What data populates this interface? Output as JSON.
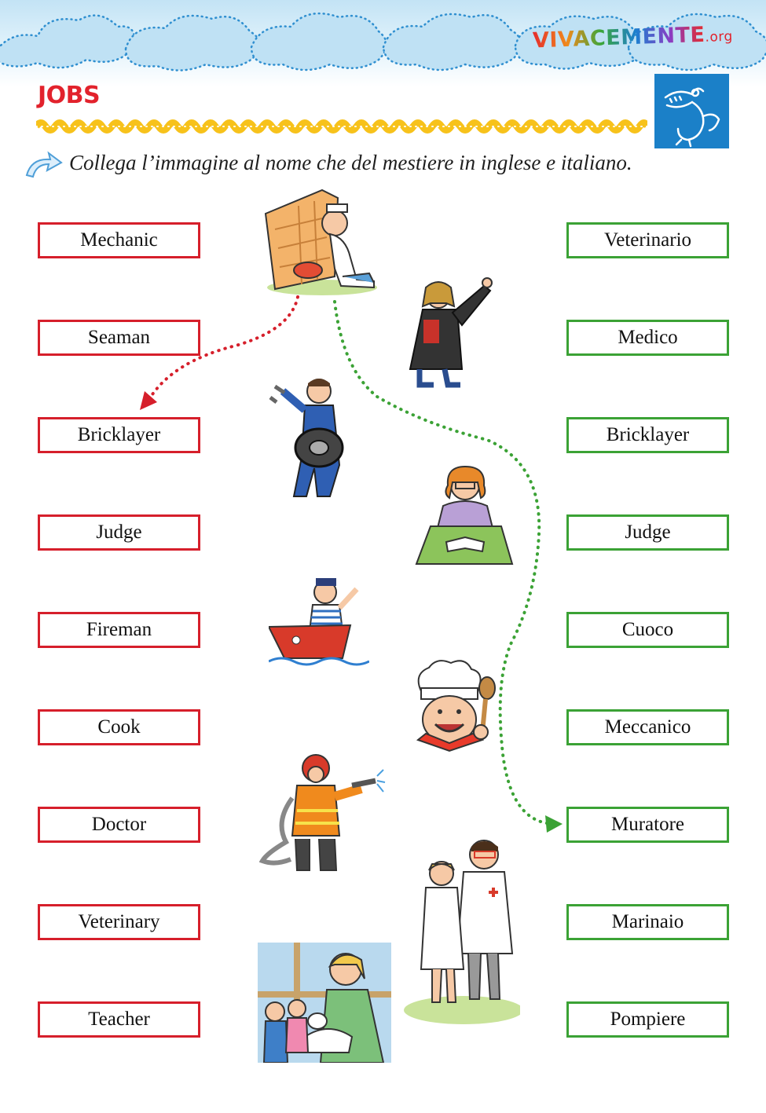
{
  "header": {
    "logo_main": "VIVACEMENTE",
    "logo_suffix": ".org",
    "title": "JOBS"
  },
  "instruction": "Collega l’immagine al nome che del mestiere in inglese e italiano.",
  "english_words": [
    "Mechanic",
    "Seaman",
    "Bricklayer",
    "Judge",
    "Fireman",
    "Cook",
    "Doctor",
    "Veterinary",
    "Teacher"
  ],
  "italian_words": [
    "Veterinario",
    "Medico",
    "Bricklayer",
    "Judge",
    "Cuoco",
    "Meccanico",
    "Muratore",
    "Marinaio",
    "Pompiere"
  ],
  "illustrations": [
    "bricklayer",
    "judge",
    "mechanic",
    "teacher",
    "seaman",
    "cook",
    "fireman",
    "doctors",
    "veterinary"
  ],
  "colors": {
    "title_red": "#e2222c",
    "english_border": "#d61f2b",
    "italian_border": "#3ba235",
    "example_line_red": "#d61f2b",
    "example_line_green": "#3ba235",
    "badge_blue": "#1b80c8"
  }
}
